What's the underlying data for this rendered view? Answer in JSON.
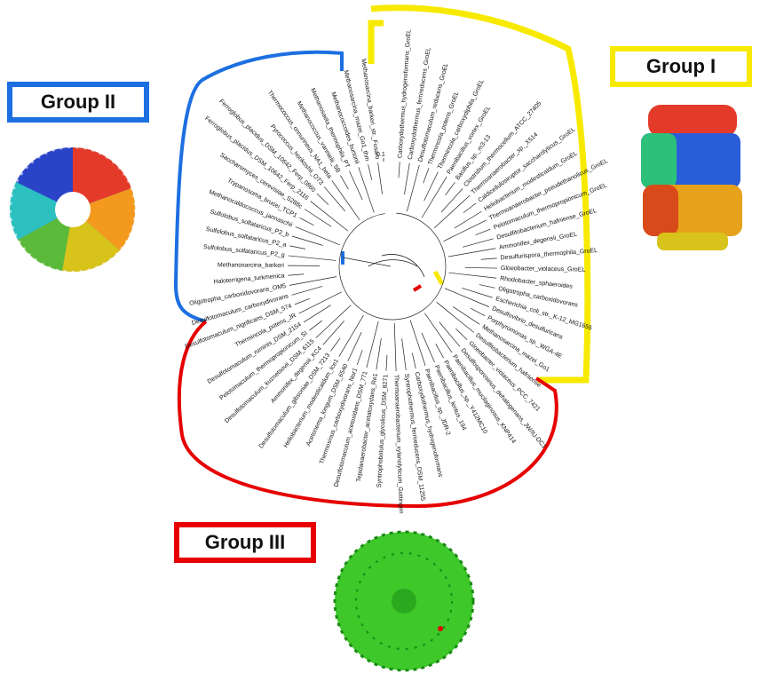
{
  "groups": {
    "group1": {
      "label": "Group I",
      "color": "#f7ea00"
    },
    "group2": {
      "label": "Group II",
      "color": "#1c6fe0"
    },
    "group3": {
      "label": "Group III",
      "color": "#e60000"
    }
  },
  "scale_bar": "0.1",
  "leaves": [
    "Carboxydothermus_hydrogenoformans_GroEL",
    "Carboxydothermus_ferrireducens_GroEL",
    "Desulfotomaculum_reducens_GroEL",
    "Thermincola_potens_GroEL",
    "Thermincola_carboxydiphila_GroEL",
    "Paenibacillus_vortex_GroEL",
    "Bacillus_sp._m3-13",
    "Clostridium_thermocellum_ATCC_27405",
    "Thermoanaerobacter_sp._X514",
    "Caldicellulosiruptor_saccharolyticus_GroEL",
    "Heliobacterium_modesticaldum_GroEL",
    "Thermoanaerobacter_pseudethanolicus_GroEL",
    "Pelotomaculum_thermopropionicum_GroEL",
    "Desulfitobacterium_hafniense_GroEL",
    "Ammonifex_degensii_GroEL",
    "Desulfurispora_thermophila_GroEL",
    "Gloeobacter_violaceus_GroEL",
    "Rhodobacter_sphaeroides",
    "Oligotropha_carboxidovorans",
    "Escherichia_coli_str._K-12_MG1655",
    "Desulfovibrio_desulfuricans",
    "Porphyromonas_sp._WGA-4E",
    "Methanosarcina_mazei_Go1",
    "Desulfitobacterium_hafniense",
    "Gloeobacter_violaceus_PCC_7421",
    "Desulfosporosinus_dehalogenans_JW/IU-DC1",
    "Paenibacillus_mucilaginosus_KNP414",
    "Paenibacillus_sp._Y412MC10",
    "Paenibacillus_lentus_194",
    "Paenibacillus_sp._JDR-2",
    "Carboxydothermus_hydrogenoformans",
    "Syntrophothermus_ferrireducens_DSM_11255",
    "Thermoanaerobacterium_xylanolyticum_Gottingen",
    "Syntrophobotulus_glycolicus_DSM_8271",
    "Tepidanaerobacter_acetatoxydans_Re1",
    "Desulfotomaculum_acetoxidans_DSM_771",
    "Thermosinus_carboxydivorans_Nor1",
    "Acetonema_longum_DSM_6540",
    "Heliobacterium_modesticaldum_Ice1",
    "Desulfotomaculum_gibsoniae_DSM_7213",
    "Ammonifex_degensii_KC4",
    "Desulfotomaculum_kuznetsovii_DSM_6115",
    "Pelotomaculum_thermopropionicum_SI",
    "Desulfotomaculum_ruminis_DSM_2154",
    "Thermincola_potens_JR",
    "Desulfotomaculum_nigrificans_DSM_574",
    "Desulfotomaculum_carboxydivorans",
    "Oligotropha_carboxidovorans_OM5",
    "Haloterrigena_turkmenica",
    "Methanosarcina_barkeri",
    "Sulfolobus_solfataricus_P2_g",
    "Sulfolobus_solfataricus_P2_a",
    "Sulfolobus_solfataricus_P2_b",
    "Methanocaldococcus_jannaschii",
    "Trypanosoma_brucei_TCP1",
    "Saccharomyces_cerevisiae_S288c",
    "Ferroglobus_placidus_DSM_10642_Ferp_2116",
    "Ferroglobus_placidus_DSM_10642_Ferp_0860",
    "Pyrococcus_horikoshii_OT3",
    "Thermococcus_onnurineus_NA1_beta",
    "Methanococcus_vannielii_SB",
    "Methanosaeta_thermophila_PT",
    "Methanococcoides_burtonii",
    "Methanosarcina_mazei_Go1_thm",
    "Methanosarcina_barkeri_str._Fusaro"
  ]
}
